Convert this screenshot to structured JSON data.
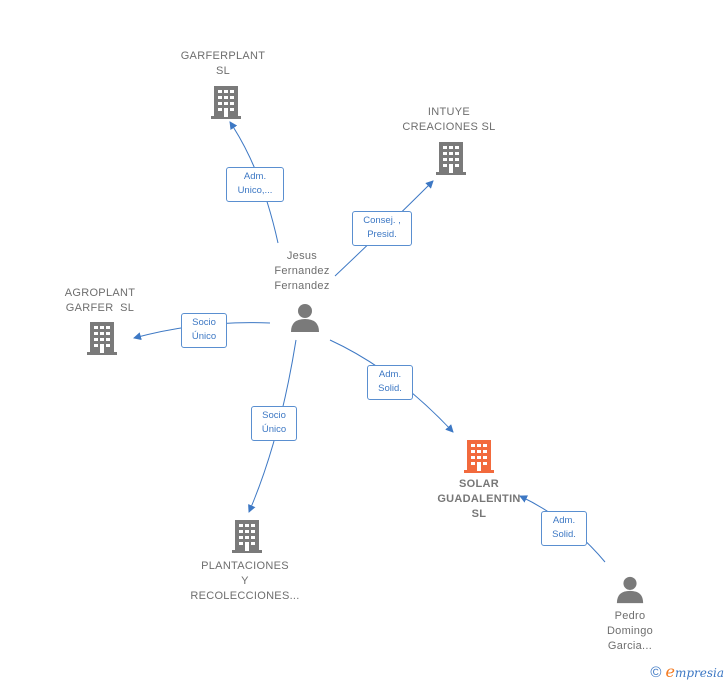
{
  "nodes": {
    "garferplant": {
      "lines": [
        "GARFERPLANT",
        "SL"
      ]
    },
    "intuye": {
      "lines": [
        "INTUYE",
        "CREACIONES SL"
      ]
    },
    "agroplant": {
      "lines": [
        "AGROPLANT",
        "GARFER  SL"
      ]
    },
    "plantaciones": {
      "lines": [
        "PLANTACIONES",
        "Y",
        "RECOLECCIONES..."
      ]
    },
    "solar": {
      "lines": [
        "SOLAR",
        "GUADALENTIN",
        "SL"
      ]
    },
    "jesus": {
      "lines": [
        "Jesus",
        "Fernandez",
        "Fernandez"
      ]
    },
    "pedro": {
      "lines": [
        "Pedro",
        "Domingo",
        "Garcia..."
      ]
    }
  },
  "edges": {
    "jesus_garferplant": {
      "lines": [
        "Adm.",
        "Unico,..."
      ]
    },
    "jesus_intuye": {
      "lines": [
        "Consej. ,",
        "Presid."
      ]
    },
    "jesus_agroplant": {
      "lines": [
        "Socio",
        "Único"
      ]
    },
    "jesus_plantaciones": {
      "lines": [
        "Socio",
        "Único"
      ]
    },
    "jesus_solar": {
      "lines": [
        "Adm.",
        "Solid."
      ]
    },
    "pedro_solar": {
      "lines": [
        "Adm.",
        "Solid."
      ]
    }
  },
  "colors": {
    "company": "#7a7a7a",
    "highlight_company": "#f26a3d",
    "person": "#7a7a7a",
    "edge": "#3d78c4"
  },
  "brand": {
    "copyright": "©",
    "e": "e",
    "rest": "mpresia"
  }
}
